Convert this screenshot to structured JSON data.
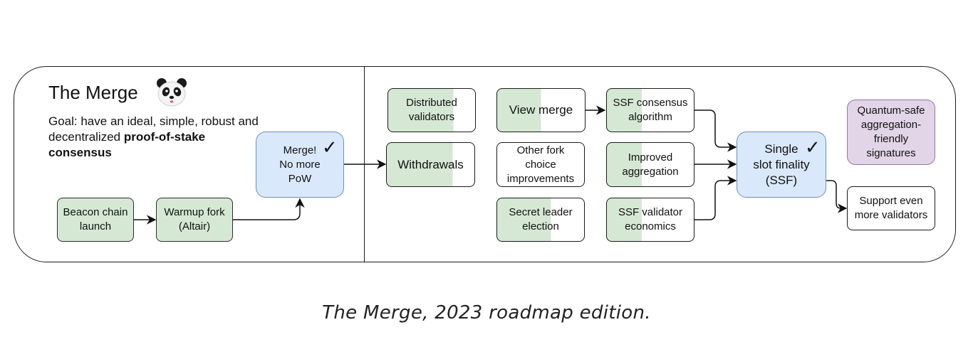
{
  "diagram": {
    "title": "The Merge",
    "goal_prefix": "Goal: have an ideal, simple, robust and decentralized ",
    "goal_bold": "proof-of-stake consensus",
    "panda_icon": "panda-emoji",
    "check_mark": "✓",
    "nodes": {
      "beacon": "Beacon chain\nlaunch",
      "warmup": "Warmup fork\n(Altair)",
      "merge": "Merge!\nNo more\nPoW",
      "distributed": "Distributed\nvalidators",
      "withdrawals": "Withdrawals",
      "view_merge": "View merge",
      "other_fork": "Other fork\nchoice\nimprovements",
      "secret_leader": "Secret leader\nelection",
      "ssf_consensus": "SSF consensus\nalgorithm",
      "improved_agg": "Improved\naggregation",
      "ssf_validator": "SSF validator\neconomics",
      "ssf": "Single\nslot finality\n(SSF)",
      "quantum": "Quantum-safe\naggregation-\nfriendly\nsignatures",
      "support": "Support even\nmore validators"
    },
    "progress": {
      "distributed": 0.75,
      "withdrawals": 0.75,
      "view_merge": 0.5,
      "other_fork": 0.0,
      "secret_leader": 0.62,
      "ssf_consensus": 0.4,
      "improved_agg": 0.4,
      "ssf_validator": 0.4
    },
    "colors": {
      "done_green": "#d5e8d4",
      "merge_blue": "#dae8fc",
      "merge_blue_border": "#6c8ebf",
      "quantum_purple": "#e1d5e7",
      "quantum_purple_border": "#9673a6"
    }
  },
  "caption": "The Merge, 2023 roadmap edition."
}
